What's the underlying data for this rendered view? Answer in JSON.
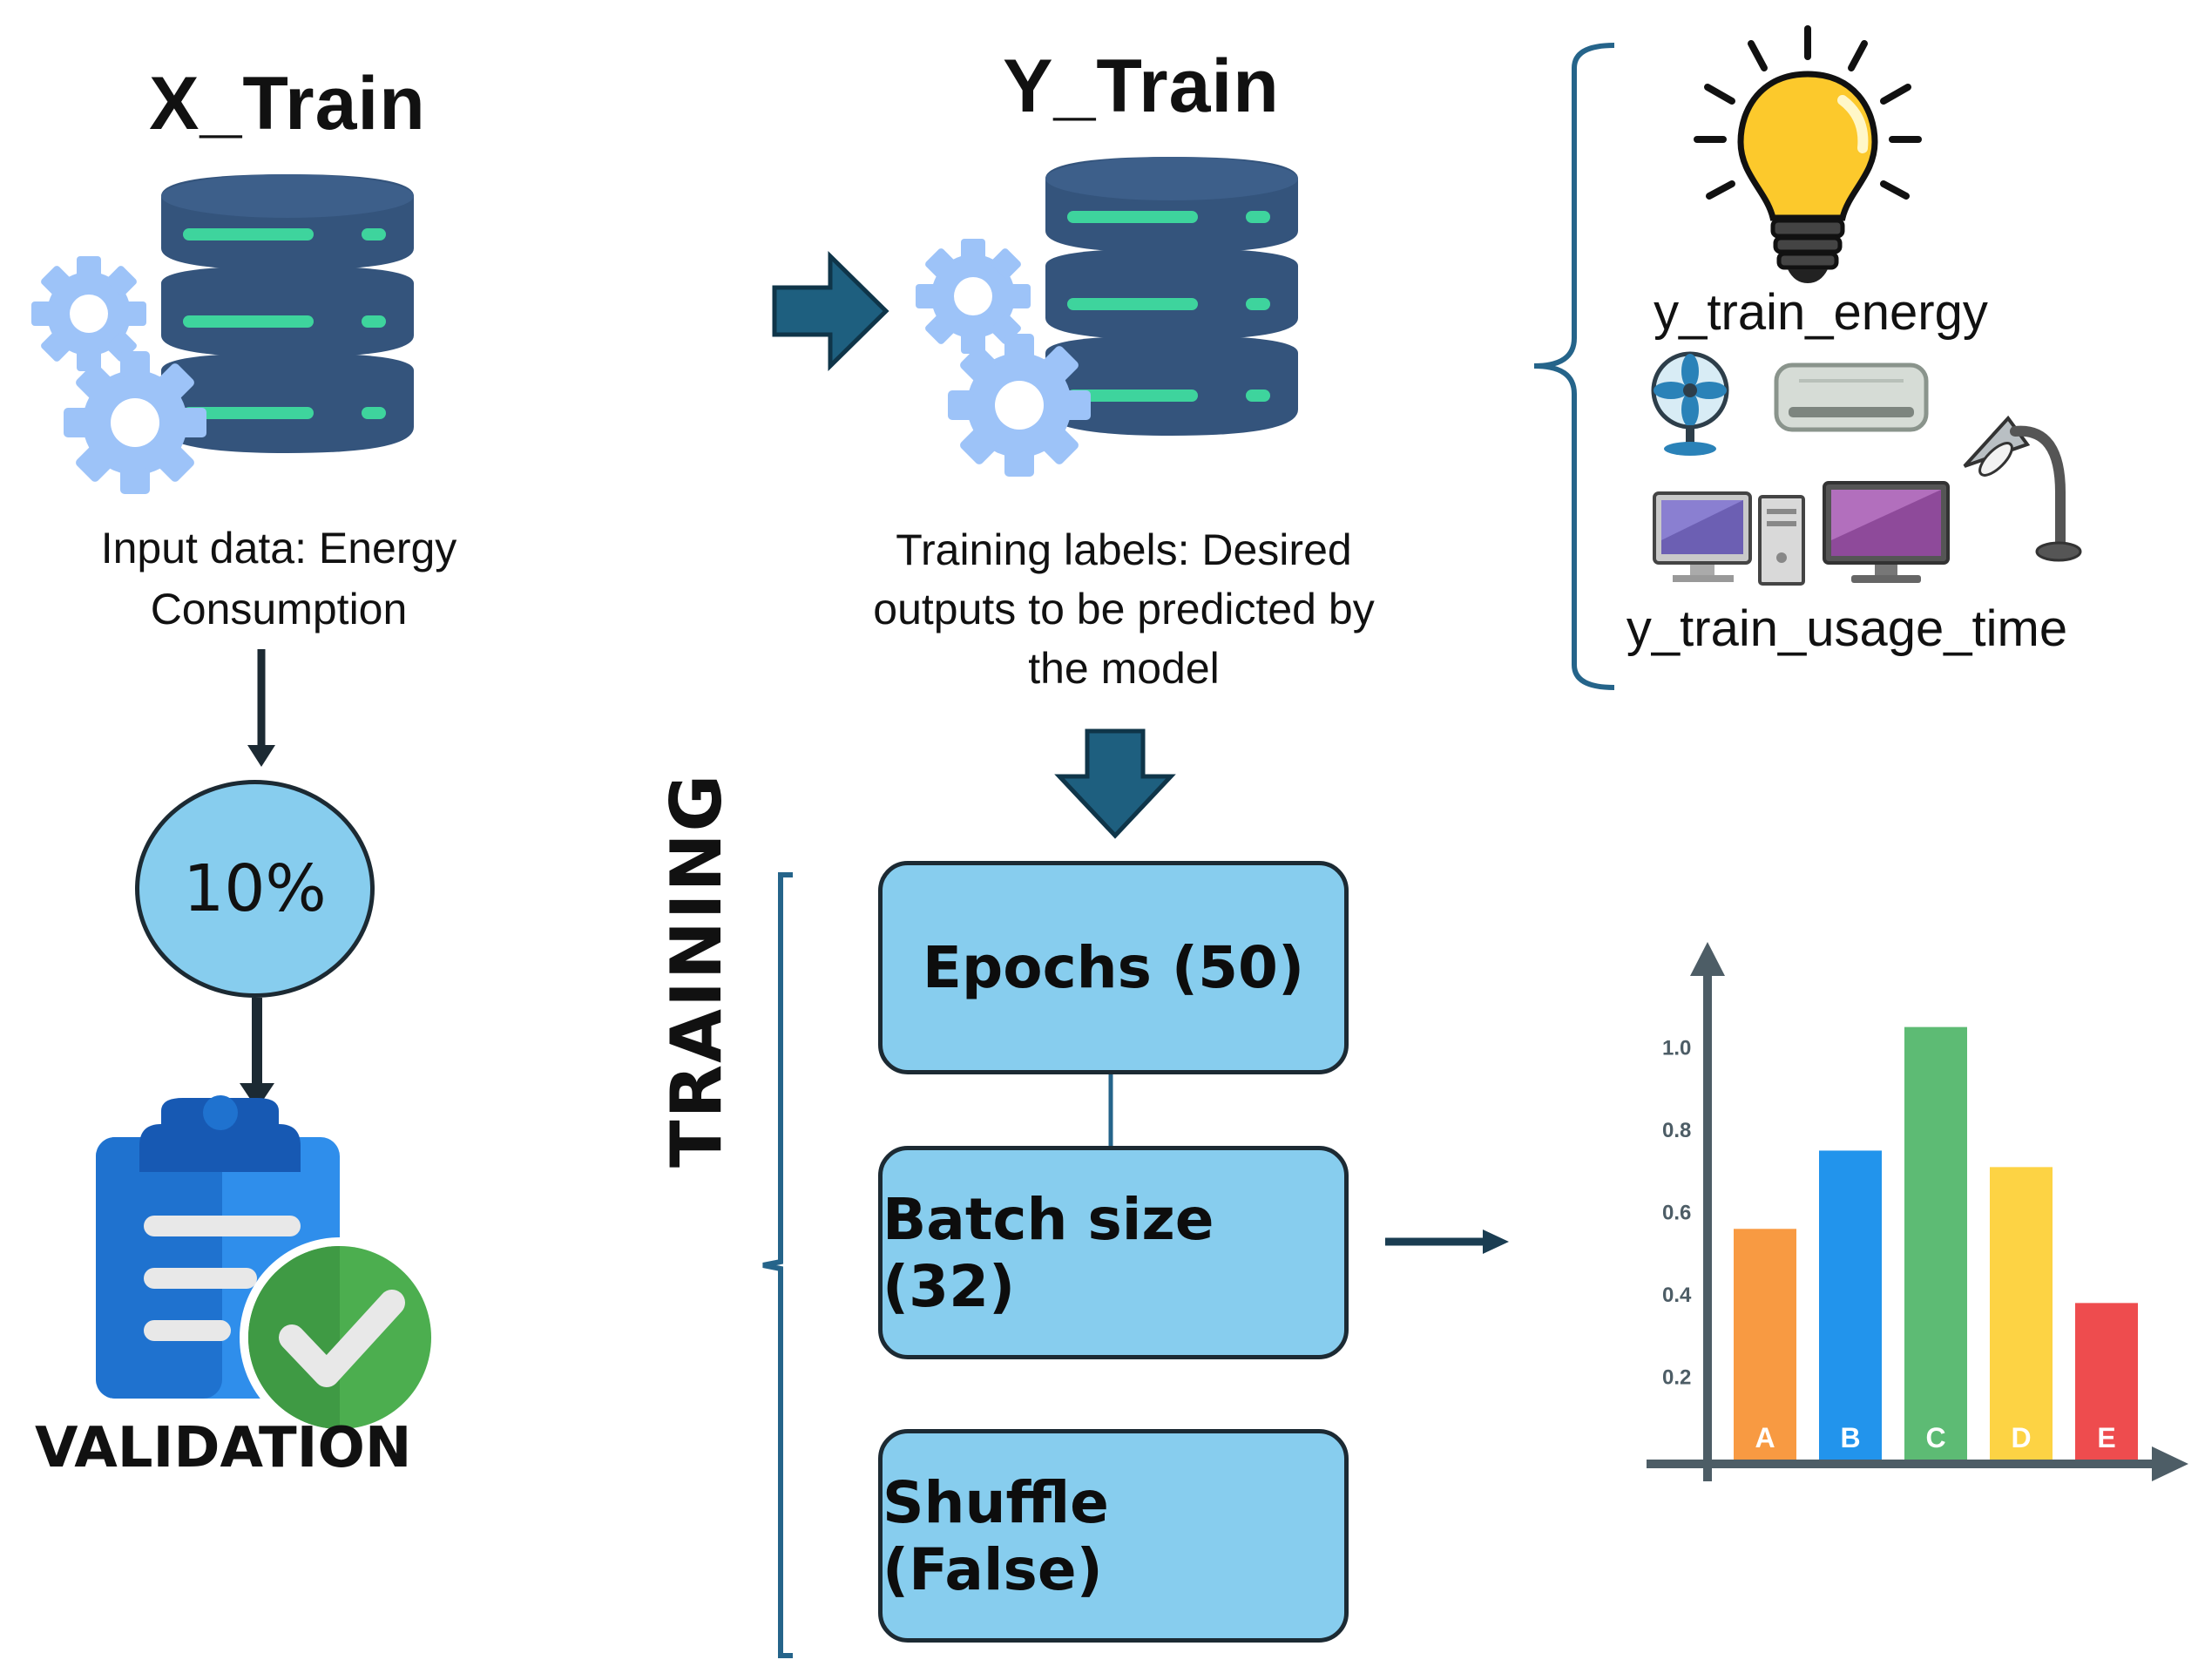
{
  "x_train": {
    "title": "X_Train",
    "caption_line1": "Input data: Energy",
    "caption_line2": "Consumption"
  },
  "y_train": {
    "title": "Y_Train",
    "caption_line1": "Training labels: Desired",
    "caption_line2": "outputs to be predicted by",
    "caption_line3": "the model"
  },
  "outputs": {
    "energy_label": "y_train_energy",
    "usage_label": "y_train_usage_time"
  },
  "validation": {
    "percent": "10%",
    "label": "VALIDATION"
  },
  "training": {
    "label": "TRAINING",
    "epochs": "Epochs (50)",
    "batch_size": "Batch size (32)",
    "shuffle": "Shuffle (False)"
  },
  "chart_data": {
    "type": "bar",
    "categories": [
      "A",
      "B",
      "C",
      "D",
      "E"
    ],
    "values": [
      0.56,
      0.75,
      1.05,
      0.71,
      0.38
    ],
    "ticks": [
      "0.2",
      "0.4",
      "0.6",
      "0.8",
      "1.0"
    ],
    "colors": [
      "#f89a42",
      "#2294ec",
      "#5dbb74",
      "#fdd344",
      "#ee4c4e"
    ],
    "ylim": [
      0,
      1.1
    ],
    "title": "",
    "xlabel": "",
    "ylabel": ""
  },
  "colors": {
    "arrow": "#1e5f7f",
    "box_fill": "#87cdee",
    "db_fill": "#34547c",
    "db_stripe": "#3ed49d",
    "gear": "#9dc3f8"
  }
}
